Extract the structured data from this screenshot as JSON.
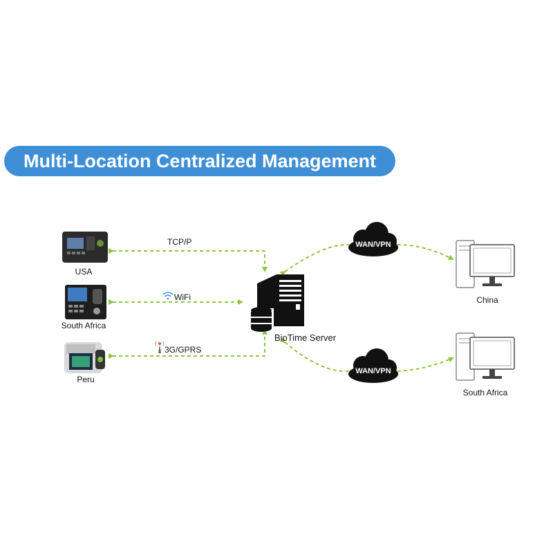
{
  "title": "Multi-Location Centralized Management",
  "devices": [
    {
      "location": "USA"
    },
    {
      "location": "South Africa"
    },
    {
      "location": "Peru"
    }
  ],
  "connections": {
    "tcp": "TCP/P",
    "wifi": "WiFi",
    "cellular": "3G/GPRS"
  },
  "server": {
    "label": "BioTime Server"
  },
  "clouds": [
    {
      "label": "WAN/VPN"
    },
    {
      "label": "WAN/VPN"
    }
  ],
  "clients": [
    {
      "location": "China"
    },
    {
      "location": "South Africa"
    }
  ],
  "colors": {
    "banner": "#3f8fd6",
    "arrow": "#8dc63f",
    "cloud": "#111111"
  }
}
